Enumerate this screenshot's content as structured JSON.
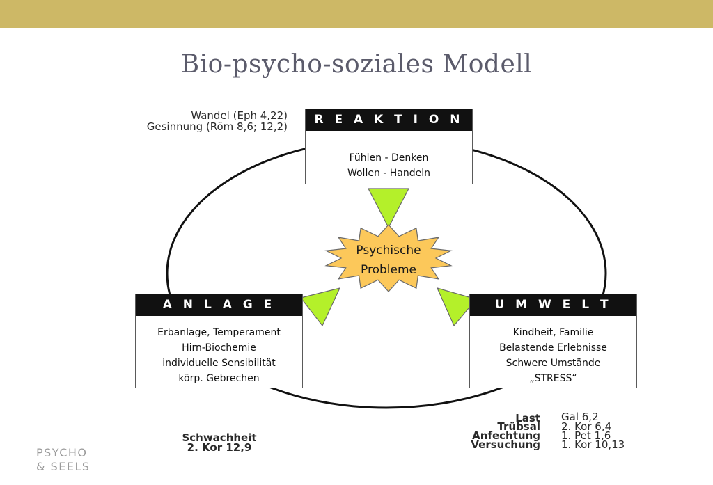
{
  "title": "Bio-psycho-soziales Modell",
  "colors": {
    "topbar": "#cdb866",
    "arrow": "#b4f02a",
    "burst": "#fcc85a",
    "header": "#111111"
  },
  "reaktion": {
    "header": "R E A K T I O N",
    "line1": "Fühlen - Denken",
    "line2": "Wollen - Handeln"
  },
  "anlage": {
    "header": "A N L A G E",
    "line1": "Erbanlage, Temperament",
    "line2": "Hirn-Biochemie",
    "line3": "individuelle Sensibilität",
    "line4": "körp. Gebrechen"
  },
  "umwelt": {
    "header": "U M W E L T",
    "line1": "Kindheit, Familie",
    "line2": "Belastende Erlebnisse",
    "line3": "Schwere Umstände",
    "line4": "„STRESS“"
  },
  "center": {
    "line1": "Psychische",
    "line2": "Probleme"
  },
  "reaktion_refs": {
    "line1": "Wandel (Eph 4,22)",
    "line2": "Gesinnung (Röm 8,6; 12,2)"
  },
  "anlage_refs": {
    "line1": "Schwachheit",
    "line2": "2. Kor 12,9"
  },
  "umwelt_refs": {
    "terms": [
      "Last",
      "Trübsal",
      "Anfechtung",
      "Versuchung"
    ],
    "refs": [
      "Gal 6,2",
      "2. Kor 6,4",
      "1. Pet 1,6",
      "1. Kor 10,13"
    ]
  },
  "logo": {
    "line1": "PSYCHO",
    "line2": "& SEELS"
  }
}
